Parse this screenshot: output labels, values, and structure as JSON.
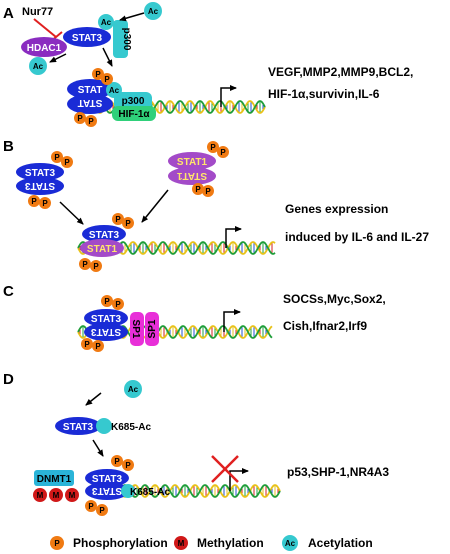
{
  "panels": {
    "A": {
      "letter": "A",
      "nur77": "Nur77",
      "hdac1": "HDAC1",
      "stat3": "STAT3",
      "p300_free": "p300",
      "ac": "Ac",
      "stat_top": "STAT",
      "stat_bottom": "STAT",
      "p300_bound": "p300",
      "hif": "HIF-1α",
      "genes_line1": "VEGF,MMP2,MMP9,BCL2,",
      "genes_line2": "HIF-1α,survivin,IL-6"
    },
    "B": {
      "letter": "B",
      "stat3_top": "STAT3",
      "stat3_bottom": "STAT3",
      "stat1_top": "STAT1",
      "stat1_bottom": "STAT1",
      "complex_stat3": "STAT3",
      "complex_stat1": "STAT1",
      "genes_line1": "Genes expression",
      "genes_line2": "induced by IL-6 and IL-27"
    },
    "C": {
      "letter": "C",
      "stat3_top": "STAT3",
      "stat3_bottom": "STAT3",
      "sp1_left": "SP1",
      "sp1_right": "SP1",
      "genes_line1": "SOCSs,Myc,Sox2,",
      "genes_line2": "Cish,Ifnar2,Irf9"
    },
    "D": {
      "letter": "D",
      "ac": "Ac",
      "stat3": "STAT3",
      "k685": "K685-Ac",
      "dnmt1": "DNMT1",
      "stat3_top": "STAT3",
      "stat3_bottom": "STAT3",
      "k685_bound": "K685-Ac",
      "genes_line1": "p53,SHP-1,NR4A3"
    }
  },
  "marks": {
    "phospho": "P",
    "methyl": "M",
    "acetyl": "Ac"
  },
  "legend": {
    "phospho_symbol": "P",
    "phospho_label": "Phosphorylation",
    "methyl_symbol": "M",
    "methyl_label": "Methylation",
    "acetyl_symbol": "Ac",
    "acetyl_label": "Acetylation"
  },
  "colors": {
    "stat3": "#1a2bd6",
    "stat1": "#a34bc8",
    "hdac1": "#8a2cc0",
    "acetyl": "#36c9cf",
    "phospho": "#f07a12",
    "methyl": "#d01818",
    "sp1": "#e82fd8",
    "hif": "#2fd07a",
    "dnmt1": "#2ab4d8",
    "inhibit": "#e02020"
  }
}
